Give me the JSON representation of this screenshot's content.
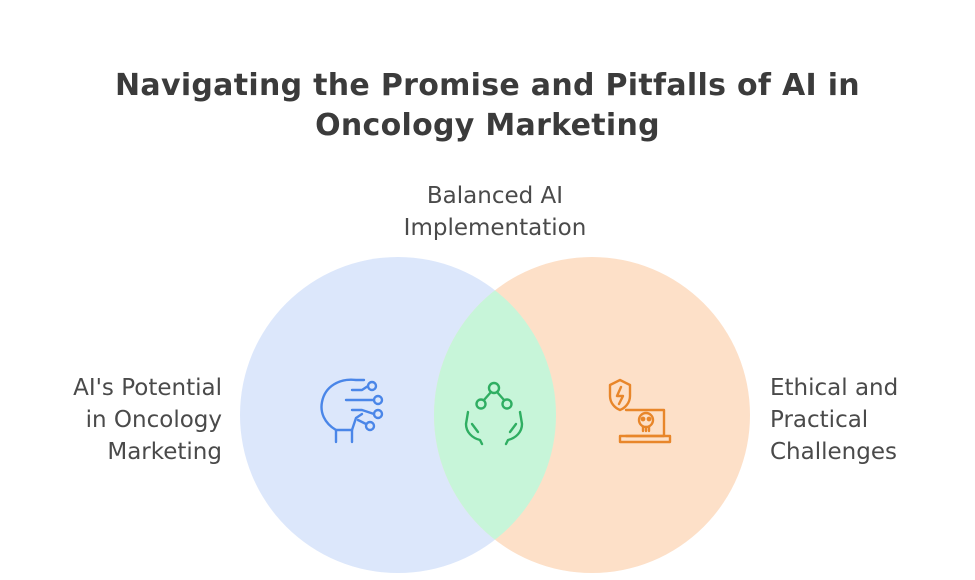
{
  "title": {
    "line1": "Navigating the Promise and Pitfalls of AI in",
    "line2": "Oncology Marketing"
  },
  "sets": {
    "left": {
      "line1": "AI's Potential",
      "line2": "in Oncology",
      "line3": "Marketing",
      "color": "#dce7fb",
      "icon": "ai-brain-circuit-icon",
      "icon_color": "#4a86e8"
    },
    "right": {
      "line1": "Ethical and",
      "line2": "Practical",
      "line3": "Challenges",
      "color": "#fde0c8",
      "icon": "laptop-shield-skull-icon",
      "icon_color": "#e8862a"
    },
    "intersection": {
      "line1": "Balanced AI",
      "line2": "Implementation",
      "color": "#c7f5d9",
      "icon": "hands-network-icon",
      "icon_color": "#2fae62"
    }
  }
}
